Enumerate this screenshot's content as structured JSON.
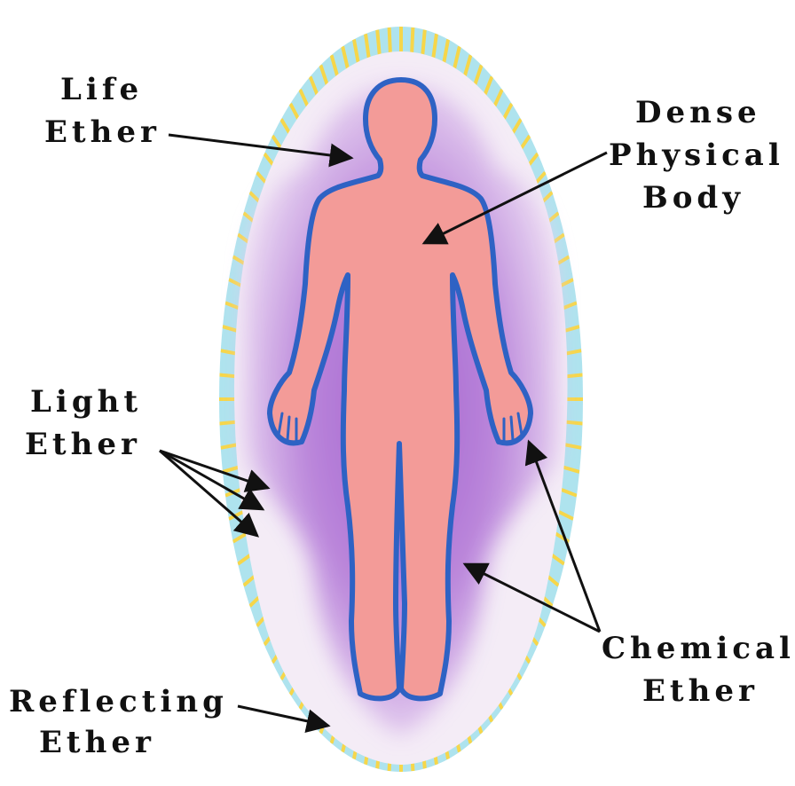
{
  "labels": {
    "life_ether": [
      "Life",
      "Ether"
    ],
    "dense_physical_body": [
      "Dense",
      "Physical",
      "Body"
    ],
    "light_ether": [
      "Light",
      "Ether"
    ],
    "chemical_ether": [
      "Chemical",
      "Ether"
    ],
    "reflecting_ether": [
      "Reflecting",
      "Ether"
    ]
  },
  "colors": {
    "reflecting_ether_fill": "#aee3ee",
    "light_ether_rays": "#f6d64a",
    "life_ether_fill": "#f4ecf6",
    "chemical_ether_fill": "#b67ad6",
    "body_fill": "#f39b98",
    "body_outline": "#2e62c4",
    "arrow": "#111111"
  }
}
